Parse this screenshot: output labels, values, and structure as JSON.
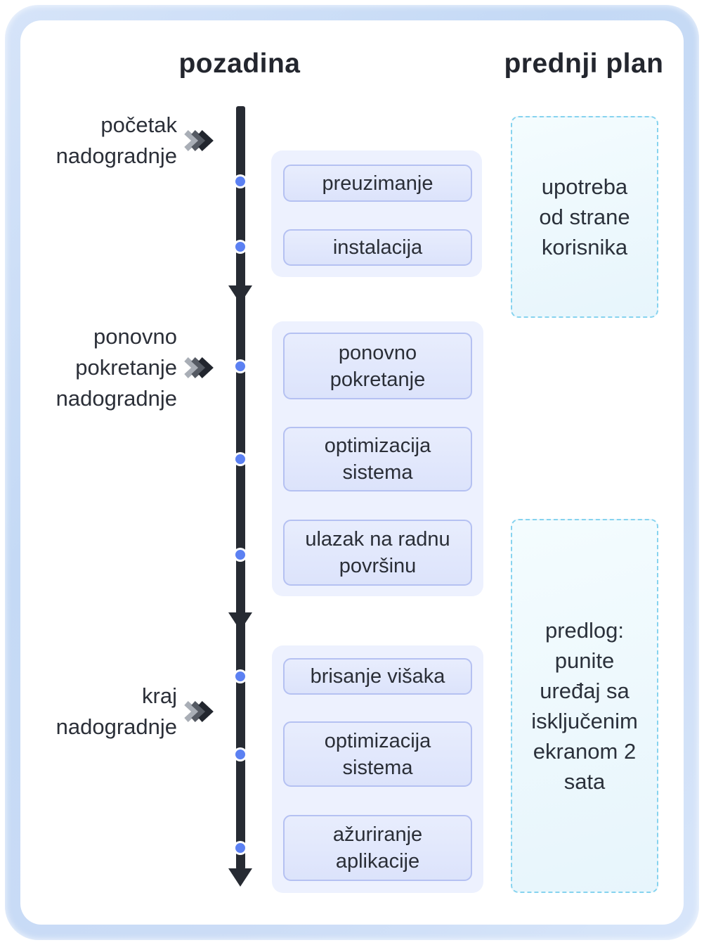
{
  "header": {
    "background_column": "pozadina",
    "foreground_column": "prednji plan"
  },
  "milestones": [
    {
      "label": "početak\nnadogradnje"
    },
    {
      "label": "ponovno\npokretanje\nnadogradnje"
    },
    {
      "label": "kraj\nnadogradnje"
    }
  ],
  "phases": [
    {
      "steps": [
        "preuzimanje",
        "instalacija"
      ]
    },
    {
      "steps": [
        "ponovno\npokretanje",
        "optimizacija\nsistema",
        "ulazak na radnu\npovršinu"
      ]
    },
    {
      "steps": [
        "brisanje višaka",
        "optimizacija\nsistema",
        "ažuriranje\naplikacije"
      ]
    }
  ],
  "foreground_notes": [
    {
      "text": "upotreba\nod strane\nkorisnika"
    },
    {
      "text": "predlog:\npunite\nuređaj sa\nisključenim\nekranom 2\nsata"
    }
  ],
  "icons": {
    "milestone_marker": "triple-chevron-right-icon",
    "timeline_marker": "down-arrowhead-icon"
  },
  "colors": {
    "frame": "#c9dcf6",
    "timeline": "#272b33",
    "timeline_dot": "#5b80f2",
    "phase_panel": "#edf1fe",
    "step_fill": "#dfe5fb",
    "step_border": "#b5c1f2",
    "note_fill": "#eefafe",
    "note_border": "#86d3ef",
    "text": "#2a2e37"
  }
}
